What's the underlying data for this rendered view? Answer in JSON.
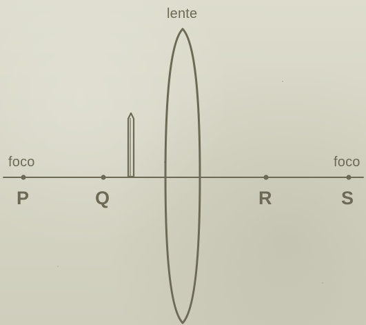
{
  "colors": {
    "paper": "#d9d8c8",
    "ink": "#6c6a56",
    "ink_dark": "#5f5d4b"
  },
  "labels": {
    "lens": "lente",
    "focus_left": "foco",
    "focus_right": "foco",
    "points": [
      "P",
      "Q",
      "R",
      "S"
    ]
  },
  "objects": {
    "lens": "converging lens",
    "object": "vertical pencil-shaped object"
  }
}
